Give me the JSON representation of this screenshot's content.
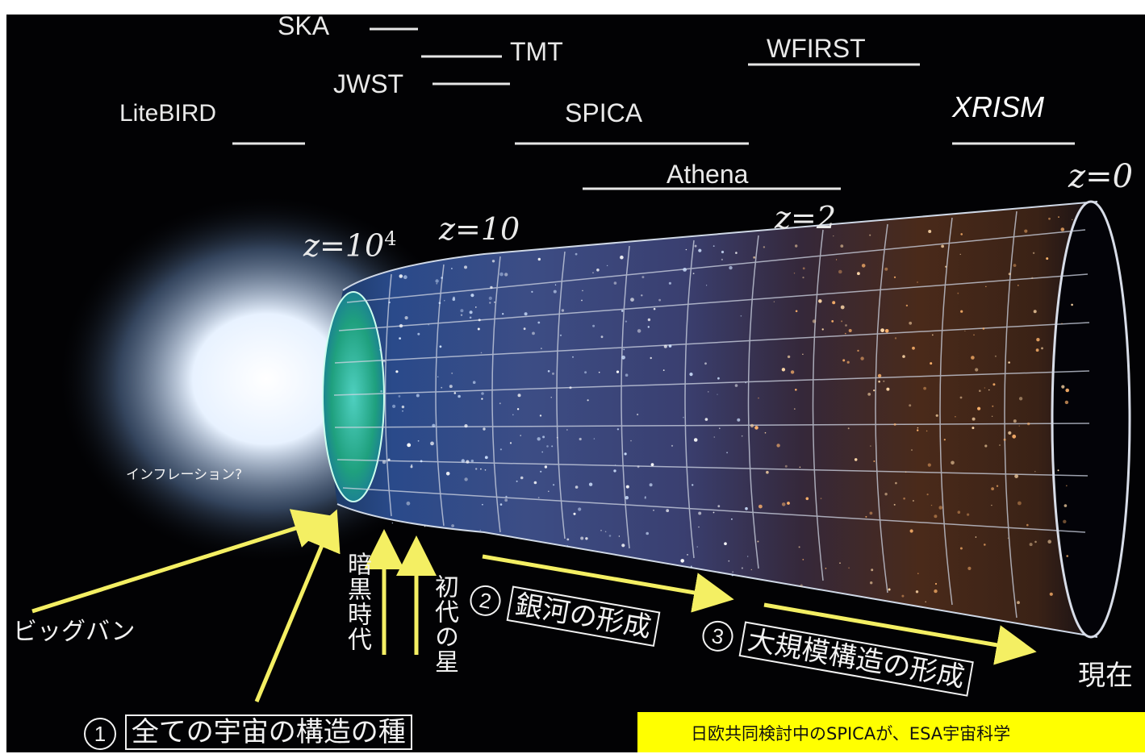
{
  "missions": {
    "ska": "SKA",
    "tmt": "TMT",
    "wfirst": "WFIRST",
    "jwst": "JWST",
    "litebird": "LiteBIRD",
    "spica": "SPICA",
    "xrism": "XRISM",
    "athena": "Athena"
  },
  "redshifts": {
    "z4_base": "z=10",
    "z4_exp": "4",
    "z10": "z=10",
    "z2": "z=2",
    "z0": "z=0"
  },
  "epochs": {
    "inflation": "インフレーション?",
    "big_bang": "ビッグバン",
    "dark_ages": "暗黒時代",
    "first_stars": "初代の星",
    "present": "現在"
  },
  "stages": {
    "stage1_num": "1",
    "stage1_label": "全ての宇宙の構造の種",
    "stage2_num": "2",
    "stage2_label": "銀河の形成",
    "stage3_num": "3",
    "stage3_label": "大規模構造の形成"
  },
  "note": "日欧共同検討中のSPICAが、ESA宇宙科学"
}
